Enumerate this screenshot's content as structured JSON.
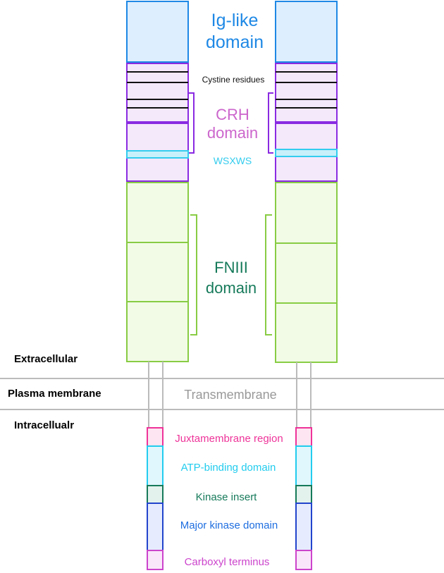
{
  "regions": {
    "extracellular": "Extracellular",
    "plasma_membrane": "Plasma membrane",
    "intracellular": "Intracellualr"
  },
  "domains": {
    "ig_like_line1": "Ig-like",
    "ig_like_line2": "domain",
    "cystine": "Cystine residues",
    "crh_line1": "CRH",
    "crh_line2": "domain",
    "wsxws": "WSXWS",
    "fniii_line1": "FNIII",
    "fniii_line2": "domain",
    "transmembrane": "Transmembrane",
    "juxtamembrane": "Juxtamembrane region",
    "atp_binding": "ATP-binding domain",
    "kinase_insert": "Kinase insert",
    "major_kinase": "Major kinase domain",
    "carboxyl": "Carboxyl terminus"
  },
  "colors": {
    "ig_like": "#1e88e5",
    "crh": "#cc66cc",
    "crh_box": "#8a2be2",
    "wsxws": "#33ccee",
    "fniii": "#167a5a",
    "fniii_box": "#88cc44",
    "membrane_line": "#bbbbbb",
    "transmembrane": "#999999",
    "juxtamembrane": "#ee3399",
    "atp_binding": "#22ccee",
    "kinase_insert": "#167a5a",
    "major_kinase": "#1e6ee0",
    "carboxyl": "#cc44cc"
  }
}
